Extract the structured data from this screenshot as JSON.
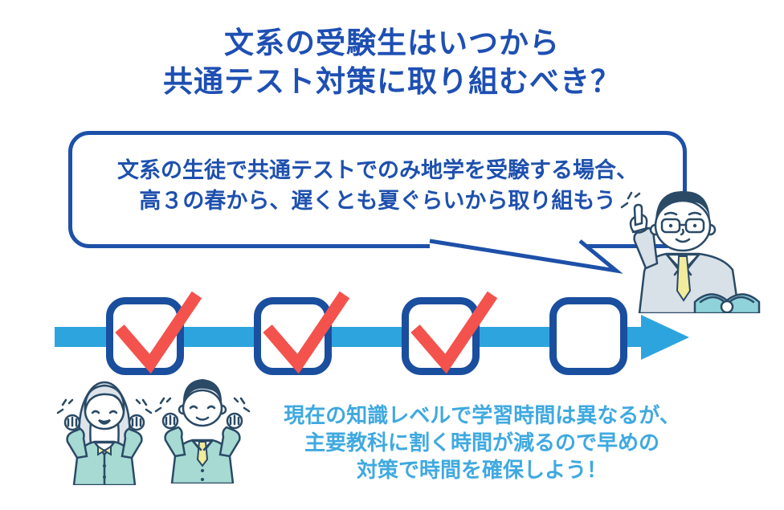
{
  "title": {
    "line1": "文系の受験生はいつから",
    "line2": "共通テスト対策に取り組むべき？"
  },
  "speech_bubble": {
    "line1": "文系の生徒で共通テストでのみ地学を受験する場合、",
    "line2": "高３の春から、遅くとも夏ぐらいから取り組もう"
  },
  "timeline": {
    "checkboxes": [
      {
        "checked": true
      },
      {
        "checked": true
      },
      {
        "checked": true
      },
      {
        "checked": false
      }
    ]
  },
  "bottom_note": {
    "line1": "現在の知識レベルで学習時間は異なるが、",
    "line2": "主要教科に割く時間が減るので早めの",
    "line3": "対策で時間を確保しよう！"
  },
  "illustrations": {
    "teacher": "teacher-pointing-up-holding-open-book",
    "students": "two-students-cheering-with-raised-fists"
  },
  "colors": {
    "title_blue": "#1E4FB3",
    "bubble_border": "#1D50A8",
    "bubble_text": "#1E50AE",
    "timeline_blue": "#2EA4DE",
    "checkbox_border": "#1A4E9E",
    "check_red": "#F4524D",
    "note_blue": "#3FA9E0",
    "outline_navy": "#2A4A66",
    "blazer_teal": "#A6DAD3",
    "suit_gray": "#D8E0E8",
    "accent_yellow": "#F1EB9C",
    "book_teal": "#8FD2D9",
    "hair_gray": "#DCE4EA"
  }
}
